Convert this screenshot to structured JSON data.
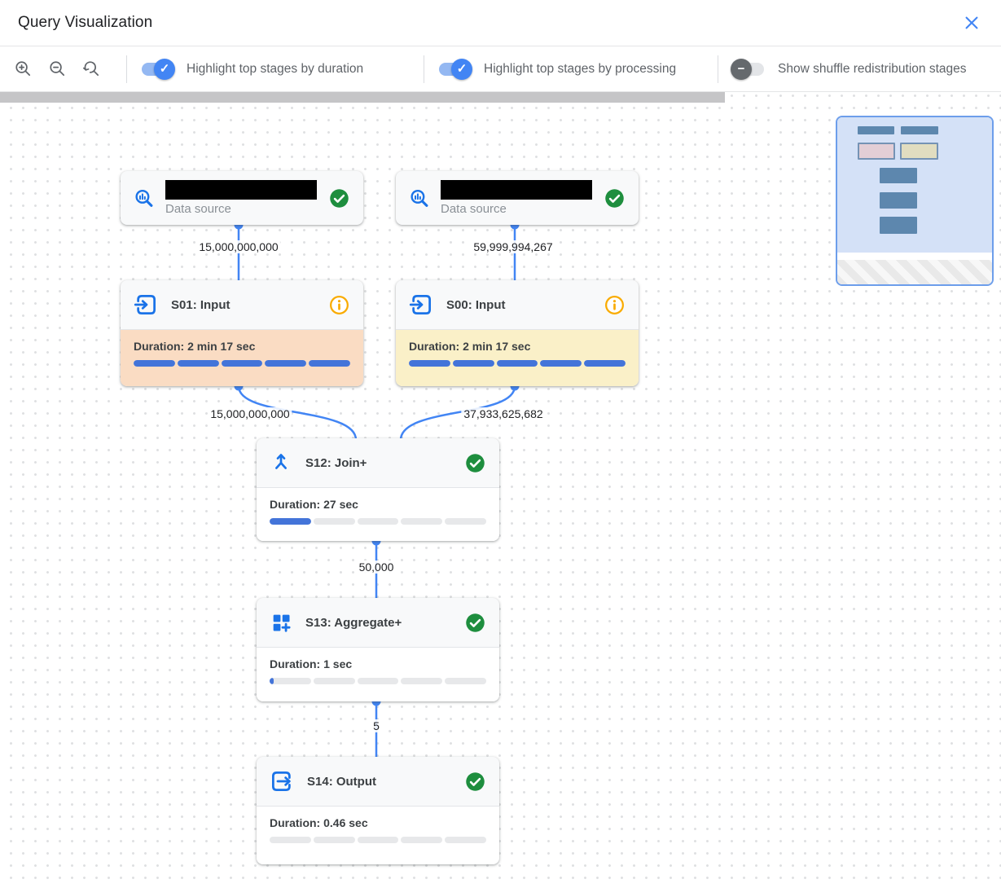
{
  "header": {
    "title": "Query Visualization"
  },
  "toolbar": {
    "toggles": [
      {
        "label": "Highlight top stages by duration",
        "state": "on"
      },
      {
        "label": "Highlight top stages by processing",
        "state": "on"
      },
      {
        "label": "Show shuffle redistribution stages",
        "state": "off"
      }
    ]
  },
  "nodes": {
    "ds1": {
      "type": "data-source",
      "label": "Data source",
      "status": "success",
      "name_redacted": true
    },
    "ds2": {
      "type": "data-source",
      "label": "Data source",
      "status": "success",
      "name_redacted": true
    },
    "s01": {
      "title": "S01: Input",
      "duration": "Duration: 2 min 17 sec",
      "progress": 1,
      "status": "info",
      "highlight": "top-duration"
    },
    "s00": {
      "title": "S00: Input",
      "duration": "Duration: 2 min 17 sec",
      "progress": 1,
      "status": "info",
      "highlight": "top-processing"
    },
    "s12": {
      "title": "S12: Join+",
      "duration": "Duration: 27 sec",
      "progress": 0.2,
      "status": "success"
    },
    "s13": {
      "title": "S13: Aggregate+",
      "duration": "Duration: 1 sec",
      "progress": 0.02,
      "status": "success"
    },
    "s14": {
      "title": "S14: Output",
      "duration": "Duration: 0.46 sec",
      "progress": 0,
      "status": "success"
    }
  },
  "edges": {
    "ds1_s01": "15,000,000,000",
    "ds2_s00": "59,999,994,267",
    "s01_s12": "15,000,000,000",
    "s00_s12": "37,933,625,682",
    "s12_s13": "50,000",
    "s13_s14": "5"
  },
  "icons": {
    "zoom_in": "magnifier-plus",
    "zoom_out": "magnifier-minus",
    "zoom_reset": "magnifier-undo-arrow",
    "close": "x-mark",
    "data_source": "magnifier-bar-chart",
    "input": "arrow-into-box",
    "output": "arrow-out-of-box",
    "join": "merge-arrows-up",
    "aggregate": "grid-with-plus",
    "success": "green-check-circle",
    "info": "orange-info-circle"
  },
  "colors": {
    "accent_blue": "#4285f4",
    "progress_blue": "#4374d9",
    "success_green": "#1e8e3e",
    "warning_orange": "#f9ab00",
    "duration_highlight": "#fadcc3",
    "processing_highlight": "#faf0c8",
    "toolbar_text": "#5f6368"
  }
}
